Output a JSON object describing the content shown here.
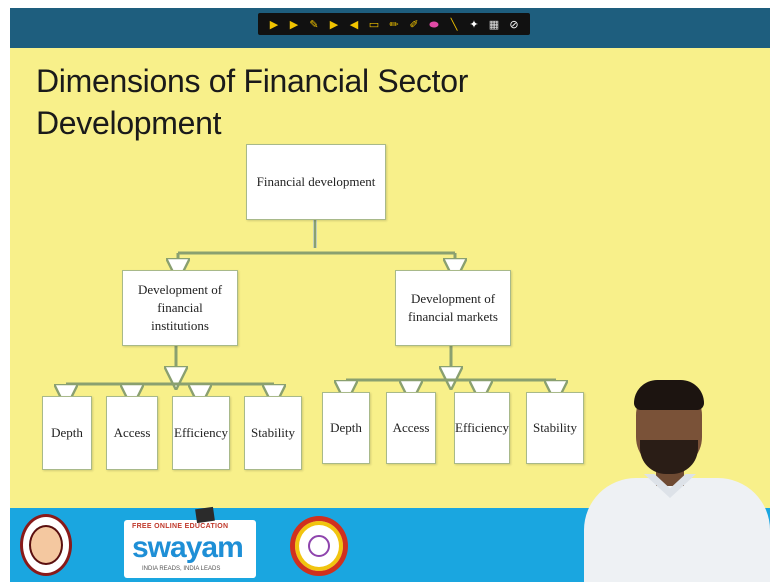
{
  "slide": {
    "title": "Dimensions of Financial Sector Development",
    "root": "Financial development",
    "branches": [
      {
        "label": "Development of financial institutions",
        "leaves": [
          "Depth",
          "Access",
          "Efficiency",
          "Stability"
        ]
      },
      {
        "label": "Development of financial markets",
        "leaves": [
          "Depth",
          "Access",
          "Efficiency",
          "Stability"
        ]
      }
    ]
  },
  "toolbar": {
    "tools": [
      {
        "name": "pointer-icon",
        "glyph": "▶",
        "color": "#f2c400"
      },
      {
        "name": "pointer-icon",
        "glyph": "▶",
        "color": "#f2c400"
      },
      {
        "name": "pen-icon",
        "glyph": "✎",
        "color": "#f2c400"
      },
      {
        "name": "pointer-icon",
        "glyph": "▶",
        "color": "#f2c400"
      },
      {
        "name": "arrow-icon",
        "glyph": "◀",
        "color": "#f2c400"
      },
      {
        "name": "shape-icon",
        "glyph": "▭",
        "color": "#f2c400"
      },
      {
        "name": "pencil-icon",
        "glyph": "✏",
        "color": "#f2c400"
      },
      {
        "name": "highlighter-icon",
        "glyph": "✐",
        "color": "#f2c400"
      },
      {
        "name": "eraser-icon",
        "glyph": "⬬",
        "color": "#e04aa6"
      },
      {
        "name": "line-icon",
        "glyph": "╲",
        "color": "#f2c400"
      },
      {
        "name": "laser-icon",
        "glyph": "✦",
        "color": "#ffffff"
      },
      {
        "name": "grid-icon",
        "glyph": "▦",
        "color": "#e0e0e0"
      },
      {
        "name": "clear-icon",
        "glyph": "⊘",
        "color": "#ffffff"
      }
    ]
  },
  "footer": {
    "swayam_tagline": "FREE ONLINE EDUCATION",
    "swayam_name": "swayam",
    "swayam_subtag": "INDIA READS, INDIA LEADS",
    "colors": {
      "band": "#1aa6e0",
      "slide_bg": "#f8f08a",
      "top_bar": "#1e5e7e"
    }
  }
}
